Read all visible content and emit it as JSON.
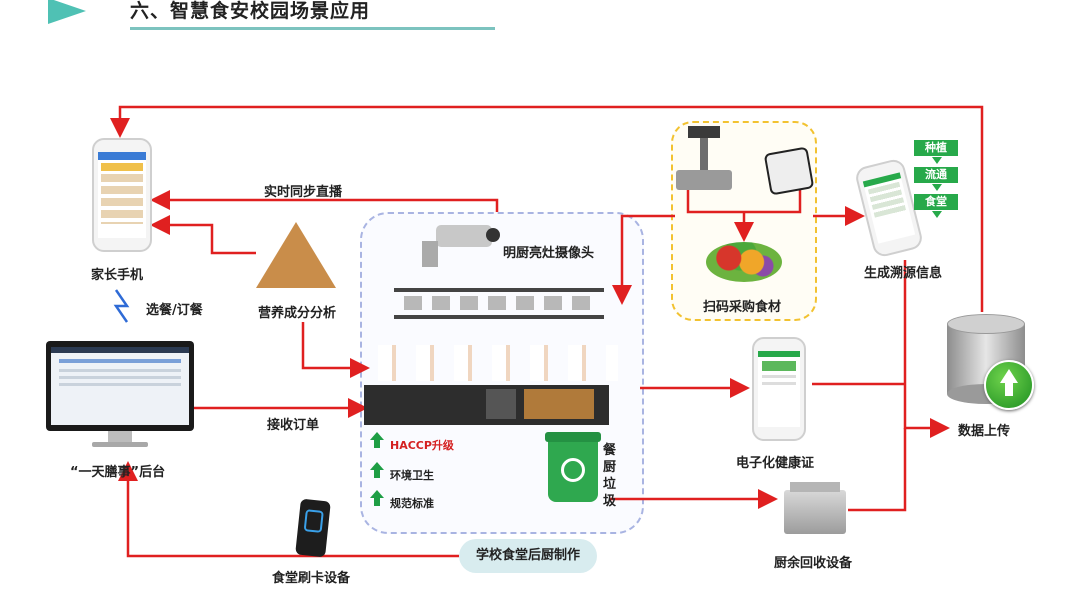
{
  "header": {
    "title": "六、智慧食安校园场景应用"
  },
  "labels": {
    "parent_phone": "家长手机",
    "select_order": "选餐/订餐",
    "backend": "“一天膳事”后台",
    "card_device": "食堂刷卡设备",
    "live_sync": "实时同步直播",
    "nutrition": "营养成分分析",
    "receive_order": "接收订单",
    "camera": "明厨亮灶摄像头",
    "kitchen_caption": "学校食堂后厨制作",
    "scan_purchase": "扫码采购食材",
    "trace_info": "生成溯源信息",
    "health_cert": "电子化健康证",
    "data_upload": "数据上传",
    "waste_device": "厨余回收设备",
    "kitchen_waste": "餐厨垃圾"
  },
  "kitchen_features": [
    {
      "label": "HACCP升级",
      "color": "#d42121"
    },
    {
      "label": "环境卫生",
      "color": "#222222"
    },
    {
      "label": "规范标准",
      "color": "#222222"
    }
  ],
  "trace_chain": [
    "种植",
    "流通",
    "食堂"
  ],
  "colors": {
    "flow_arrow": "#e02020",
    "accent": "#4fc1b4",
    "green": "#27a94a",
    "kitchen_border": "#a9b4e2",
    "purchase_border": "#f2c230"
  }
}
